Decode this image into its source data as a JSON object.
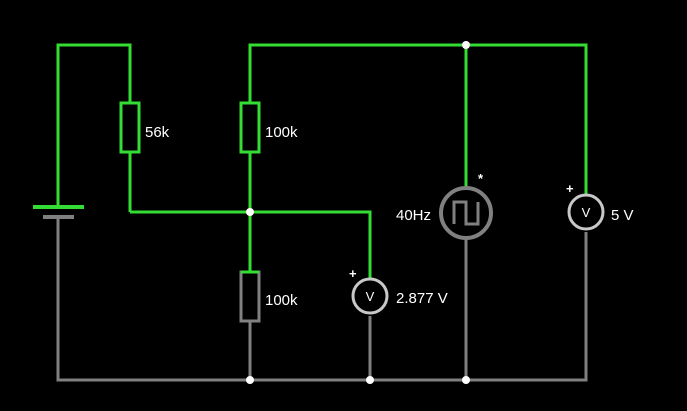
{
  "colors": {
    "background": "#000000",
    "wire_high": "#33dd33",
    "wire_low": "#808080",
    "junction": "#ffffff",
    "meter_outline": "#c8c8c8",
    "source_outline": "#808080"
  },
  "components": {
    "r1": {
      "value": "56k"
    },
    "r2": {
      "value": "100k"
    },
    "r3": {
      "value": "100k"
    },
    "square_source": {
      "frequency": "40Hz",
      "marker": "*"
    },
    "meter_mid": {
      "symbol": "V",
      "polarity": "+",
      "reading": "2.877 V"
    },
    "meter_right": {
      "symbol": "V",
      "polarity": "+",
      "reading": "5 V"
    }
  }
}
